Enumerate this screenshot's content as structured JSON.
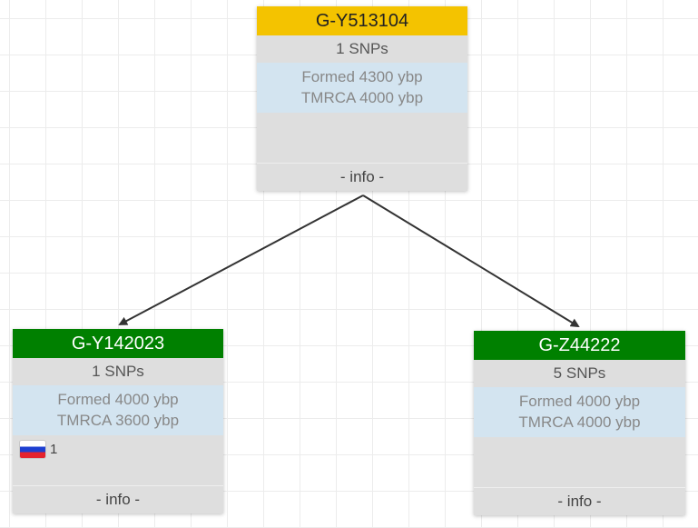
{
  "nodes": {
    "root": {
      "name": "G-Y513104",
      "snps": "1 SNPs",
      "formed": "Formed 4300 ybp",
      "tmrca": "TMRCA 4000 ybp",
      "info": "- info -",
      "header_color": "#f4c300"
    },
    "left": {
      "name": "G-Y142023",
      "snps": "1 SNPs",
      "formed": "Formed 4000 ybp",
      "tmrca": "TMRCA 3600 ybp",
      "countries": [
        {
          "flag": "russia-flag-icon",
          "count": "1"
        }
      ],
      "info": "- info -",
      "header_color": "#008000"
    },
    "right": {
      "name": "G-Z44222",
      "snps": "5 SNPs",
      "formed": "Formed 4000 ybp",
      "tmrca": "TMRCA 4000 ybp",
      "info": "- info -",
      "header_color": "#008000"
    }
  },
  "edges": [
    {
      "from": "G-Y513104",
      "to": "G-Y142023"
    },
    {
      "from": "G-Y513104",
      "to": "G-Z44222"
    }
  ]
}
